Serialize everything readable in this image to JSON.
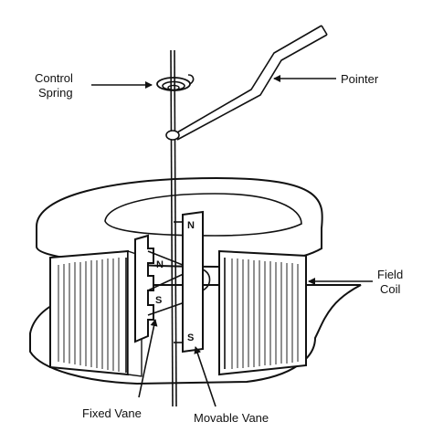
{
  "labels": {
    "control_spring_line1": "Control",
    "control_spring_line2": "Spring",
    "pointer": "Pointer",
    "field_coil_line1": "Field",
    "field_coil_line2": "Coil",
    "fixed_vane": "Fixed Vane",
    "movable_vane": "Movable Vane"
  },
  "poles": {
    "fixed_north": "N",
    "fixed_south": "S",
    "movable_north": "N",
    "movable_south": "S"
  }
}
